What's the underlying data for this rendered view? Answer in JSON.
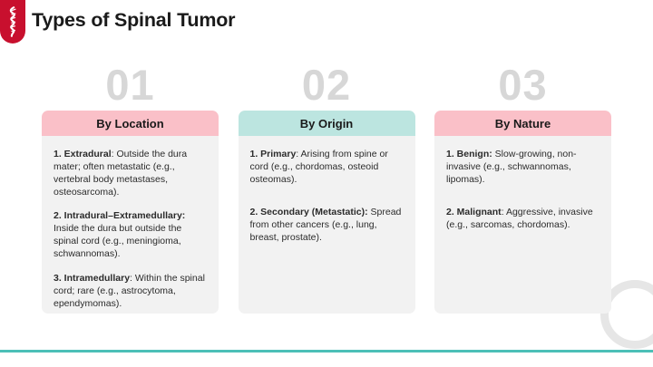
{
  "header": {
    "title": "Types of Spinal Tumor",
    "logo_icon": "spine-icon"
  },
  "theme": {
    "accent_red": "#c8102e",
    "accent_pink": "#fac0c8",
    "accent_teal": "#bce5e0",
    "footer_rule": "#4cbfb7",
    "card_body_bg": "#f2f2f2",
    "number_gray": "#d7d7d7"
  },
  "columns": [
    {
      "number": "01",
      "title": "By Location",
      "header_color": "#fac0c8",
      "items": [
        {
          "lead": "1. Extradural",
          "text": ": Outside the dura mater; often metastatic (e.g., vertebral body metastases, osteosarcoma)."
        },
        {
          "lead": "2. Intradural–Extramedullary:",
          "text": " Inside the dura but outside the spinal cord (e.g., meningioma, schwannomas)."
        },
        {
          "lead": "3. Intramedullary",
          "text": ": Within the spinal cord; rare (e.g., astrocytoma, ependymomas)."
        }
      ]
    },
    {
      "number": "02",
      "title": "By Origin",
      "header_color": "#bce5e0",
      "items": [
        {
          "lead": "1. Primary",
          "text": ": Arising from spine or cord (e.g., chordomas, osteoid osteomas)."
        },
        {
          "lead": "2. Secondary (Metastatic):",
          "text": " Spread from other cancers (e.g., lung, breast, prostate)."
        }
      ]
    },
    {
      "number": "03",
      "title": "By Nature",
      "header_color": "#fac0c8",
      "items": [
        {
          "lead": "1. Benign:",
          "text": " Slow-growing, non-invasive (e.g., schwannomas, lipomas)."
        },
        {
          "lead": "2. Malignant",
          "text": ": Aggressive, invasive (e.g., sarcomas, chordomas)."
        }
      ]
    }
  ]
}
